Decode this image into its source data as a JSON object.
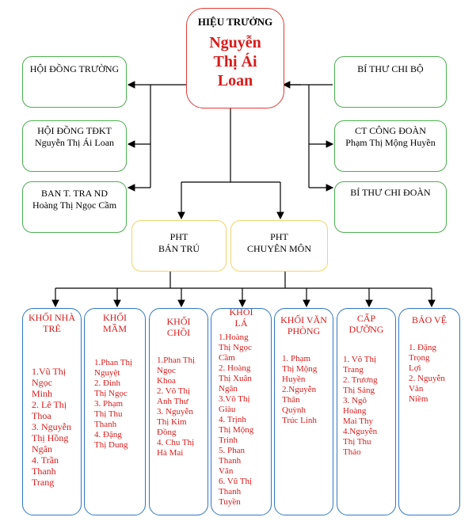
{
  "principal": {
    "title": "HIỆU TRƯỞNG",
    "name_lines": [
      "Nguyễn",
      "Thị Ái",
      "Loan"
    ]
  },
  "left_boxes": [
    {
      "lines": [
        "HỘI ĐỒNG TRƯỜNG"
      ]
    },
    {
      "lines": [
        "HỘI ĐỒNG TĐKT",
        "Nguyễn Thị Ái Loan"
      ]
    },
    {
      "lines": [
        "BAN T. TRA ND",
        "Hoàng Thị Ngọc Cầm"
      ]
    }
  ],
  "right_boxes": [
    {
      "lines": [
        "BÍ THƯ CHI BỘ"
      ]
    },
    {
      "lines": [
        "CT CÔNG ĐOÀN",
        "Phạm Thị Mộng Huyền"
      ]
    },
    {
      "lines": [
        "BÍ THƯ CHI ĐOÀN"
      ]
    }
  ],
  "deputies": [
    {
      "lines": [
        "PHT",
        "BÁN TRÚ"
      ]
    },
    {
      "lines": [
        "PHT",
        "CHUYÊN MÔN"
      ]
    }
  ],
  "units": [
    {
      "title": [
        "KHỐI NHÀ",
        "TRẺ"
      ],
      "members": [
        "1.Vũ Thị",
        "Ngọc",
        "Minh",
        "2. Lê Thị",
        "Thoa",
        "3. Nguyễn",
        "Thị Hồng",
        "Ngân",
        "4. Trần",
        "Thanh",
        "Trang"
      ]
    },
    {
      "title": [
        "KHỐI",
        "MẦM"
      ],
      "members": [
        "1.Phan Thị",
        "Nguyệt",
        "2. Đinh",
        "Thị Ngọc",
        "3. Phạm",
        "Thị Thu",
        "Thanh",
        "4. Đặng",
        "Thị Dung"
      ]
    },
    {
      "title": [
        "KHỐI",
        "CHỒI"
      ],
      "members": [
        "1.Phan Thị",
        "Ngọc",
        "Khoa",
        "2. Võ Thị",
        "Anh Thư",
        "3. Nguyễn",
        "Thị Kim",
        "Đồng",
        "4. Chu Thị",
        "Hà Mai"
      ]
    },
    {
      "title": [
        "KHỐI",
        "LÁ"
      ],
      "members": [
        "1.Hoàng",
        "Thị Ngọc",
        "Cầm",
        "2. Hoàng",
        "Thị Xuân",
        "Ngân",
        "3.Võ Thị",
        "Giàu",
        "4. Trịnh",
        "Thị Mộng",
        "Trinh",
        "5. Phan",
        "Thanh",
        "Vân",
        "6. Vũ Thị",
        "Thanh",
        "Tuyền"
      ]
    },
    {
      "title": [
        "KHỐI VĂN",
        "PHÒNG"
      ],
      "members": [
        "1. Phạm",
        "Thị Mộng",
        "Huyền",
        "2.Nguyễn",
        "Thân",
        "Quỳnh",
        "Trúc Linh"
      ]
    },
    {
      "title": [
        "CẤP",
        "DƯỠNG"
      ],
      "members": [
        "1. Võ Thị",
        "Trang",
        "2. Trương",
        "Thị Sáng",
        "3. Ngô",
        "Hoàng",
        "Mai Thy",
        "4.Nguyễn",
        "Thị Thu",
        "Thảo"
      ]
    },
    {
      "title": [
        "BẢO VỆ"
      ],
      "members": [
        "1. Đặng",
        "Trọng",
        "Lợi",
        "2. Nguyễn",
        "Văn",
        "Niềm"
      ]
    }
  ]
}
